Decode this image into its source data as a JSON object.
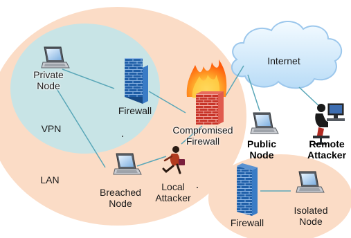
{
  "zones": {
    "lan": "LAN",
    "vpn": "VPN",
    "internet": "Internet"
  },
  "nodes": {
    "private_node": [
      "Private",
      "Node"
    ],
    "firewall_inner": "Firewall",
    "compromised_firewall": [
      "Compromised",
      "Firewall"
    ],
    "public_node": [
      "Public",
      "Node"
    ],
    "remote_attacker": [
      "Remote",
      "Attacker"
    ],
    "breached_node": [
      "Breached",
      "Node"
    ],
    "local_attacker": [
      "Local",
      "Attacker"
    ],
    "firewall_isolated": "Firewall",
    "isolated_node": [
      "Isolated",
      "Node"
    ]
  },
  "colors": {
    "lan_zone": "#fbdcc6",
    "vpn_zone": "#c8e4e6",
    "isolated_zone": "#fbdcc6",
    "cloud": "#d9ecff",
    "link": "#5aa7b8",
    "firewall_blue": "#1f5fa8",
    "firewall_red": "#c8352a",
    "flame": "#ff7a10"
  },
  "icons": [
    "laptop-icon",
    "firewall-icon",
    "flame-icon",
    "cloud-icon",
    "attacker-at-computer-icon",
    "attacker-running-icon"
  ]
}
